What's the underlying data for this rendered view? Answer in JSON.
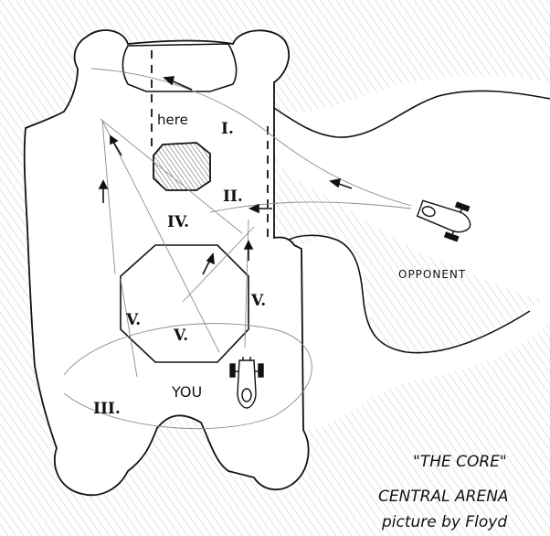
{
  "labels": {
    "here": "here",
    "you": "YOU",
    "opponent": "OPPONENT",
    "zone_1": "I.",
    "zone_2": "II.",
    "zone_3": "III.",
    "zone_4": "IV.",
    "zone_5a": "V.",
    "zone_5b": "V.",
    "zone_5c": "V."
  },
  "caption": {
    "title": "\"THE CORE\"",
    "subtitle": "CENTRAL ARENA",
    "credit": "picture by Floyd"
  },
  "colors": {
    "ink": "#111111",
    "hatch": "#9a9a9a",
    "guide": "#8c8c8c"
  },
  "icons": {
    "player_ship": "player-ship-icon",
    "opponent_ship": "opponent-ship-icon"
  }
}
